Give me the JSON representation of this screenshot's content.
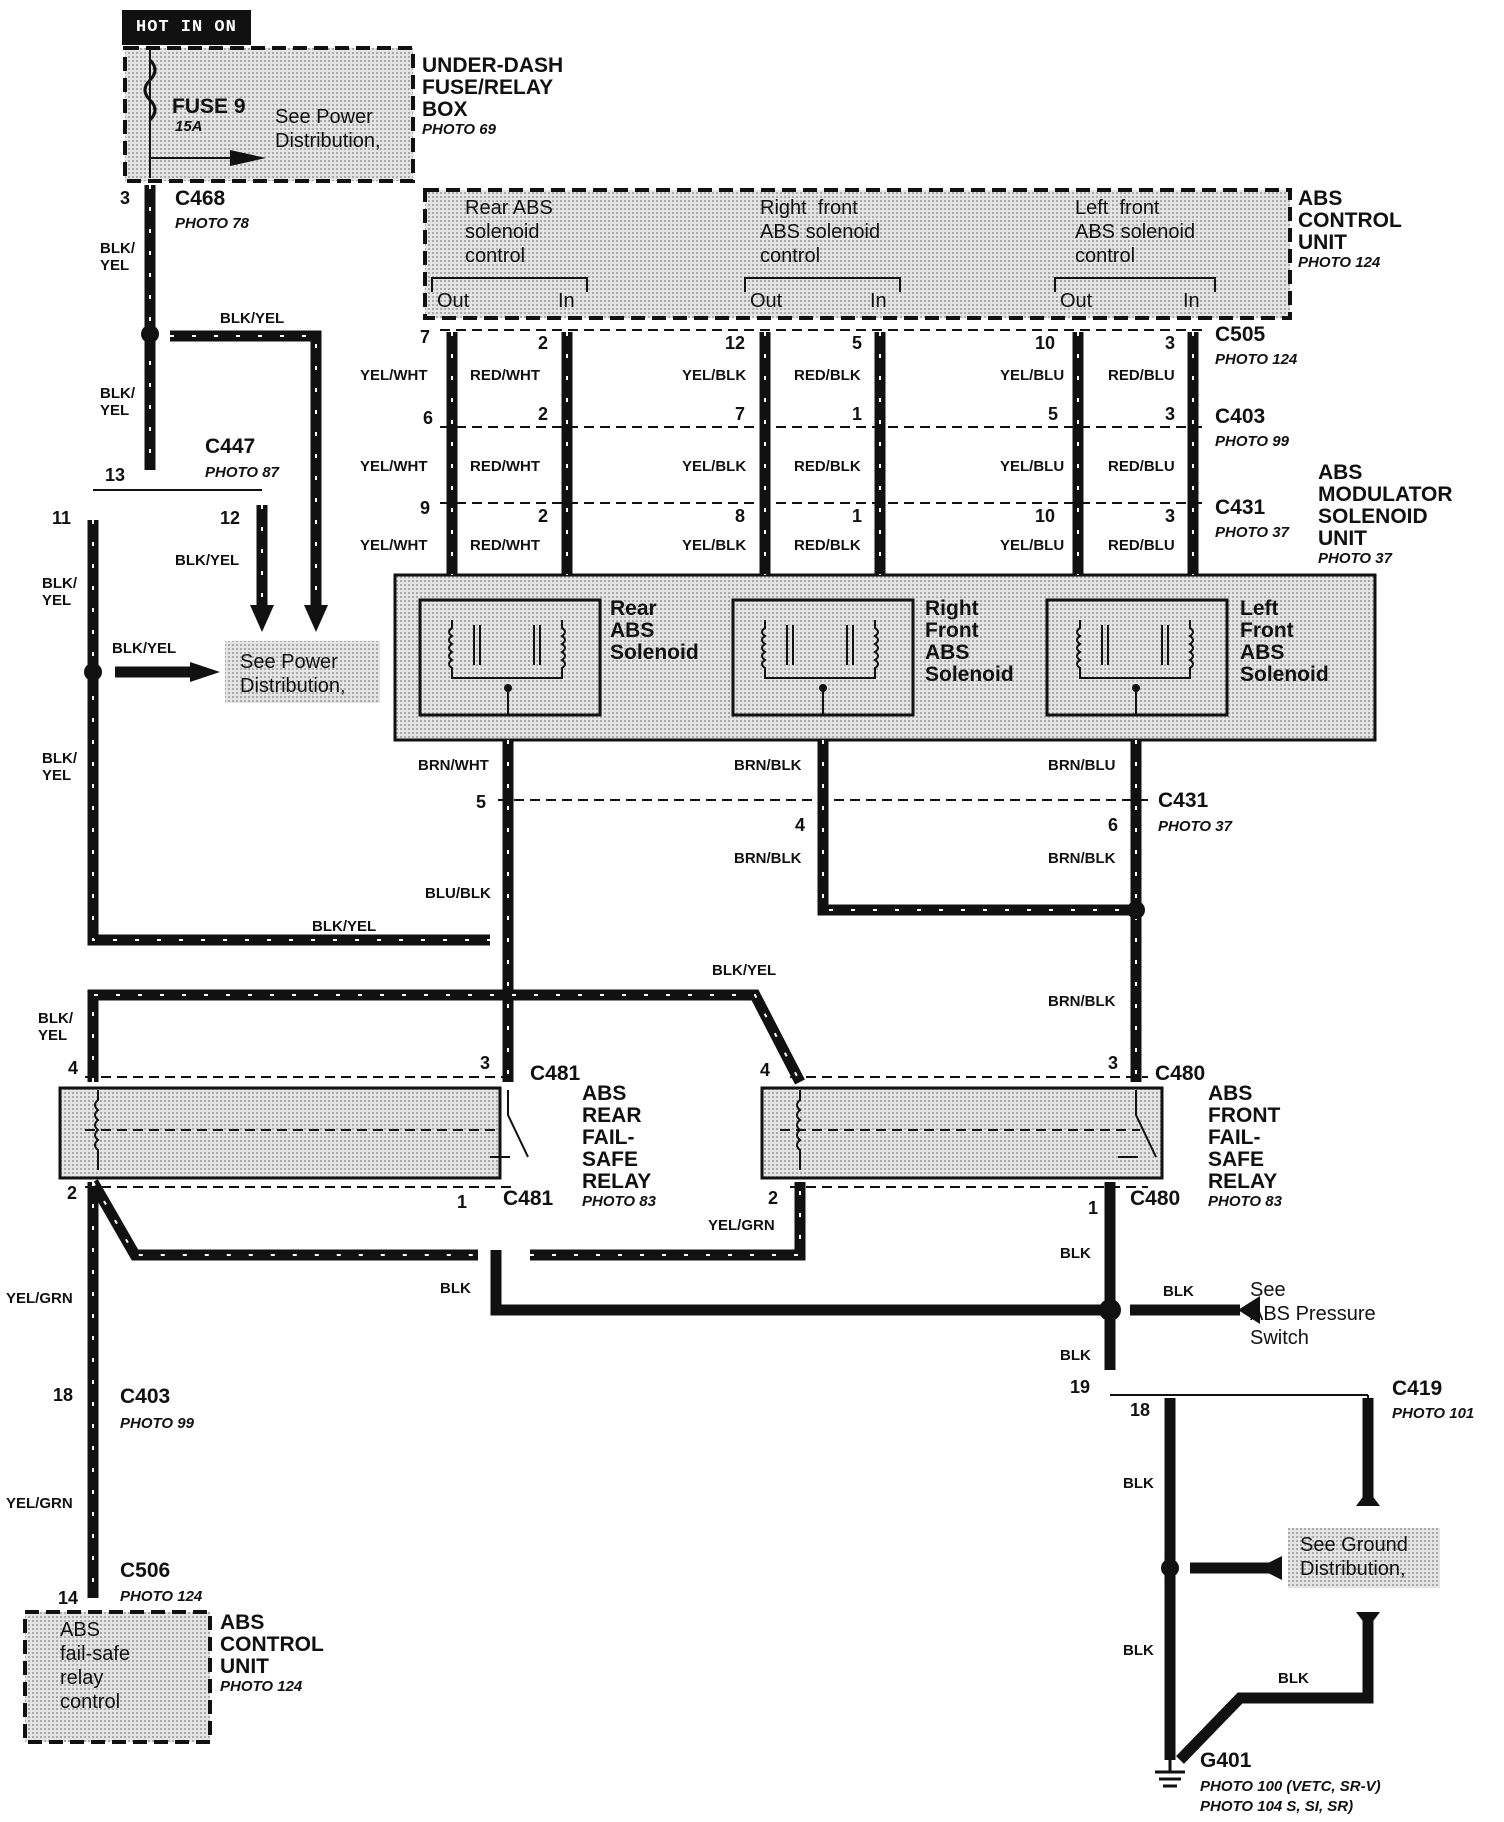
{
  "hot_label": "HOT IN ON",
  "fuse_box": {
    "title": "UNDER-DASH\nFUSE/RELAY\nBOX",
    "photo": "PHOTO 69",
    "fuse": "FUSE 9",
    "amps": "15A",
    "see": "See Power\nDistribution,"
  },
  "abs_control_unit_top": {
    "title": "ABS\nCONTROL\nUNIT",
    "photo": "PHOTO 124",
    "sections": [
      {
        "label": "Rear ABS\nsolenoid\ncontrol",
        "out": "Out",
        "in": "In"
      },
      {
        "label": "Right  front\nABS solenoid\ncontrol",
        "out": "Out",
        "in": "In"
      },
      {
        "label": "Left  front\nABS solenoid\ncontrol",
        "out": "Out",
        "in": "In"
      }
    ]
  },
  "connectors": {
    "c468": "C468",
    "c468_photo": "PHOTO 78",
    "c505": "C505",
    "c505_photo": "PHOTO 124",
    "c403": "C403",
    "c403_photo": "PHOTO 99",
    "c431": "C431",
    "c431_photo": "PHOTO 37",
    "c447": "C447",
    "c447_photo": "PHOTO 87",
    "c481": "C481",
    "c480": "C480",
    "c419": "C419",
    "c419_photo": "PHOTO 101",
    "c506": "C506",
    "c506_photo": "PHOTO 124",
    "g401": "G401",
    "g401_photo_1": "PHOTO 100 (VETC, SR-V)",
    "g401_photo_2": "PHOTO 104 S, SI, SR)"
  },
  "modulator": {
    "title": "ABS\nMODULATOR\nSOLENOID\nUNIT",
    "photo": "PHOTO 37",
    "solenoids": [
      "Rear\nABS\nSolenoid",
      "Right\nFront\nABS\nSolenoid",
      "Left\nFront\nABS\nSolenoid"
    ]
  },
  "pins": {
    "c505": [
      "7",
      "2",
      "12",
      "5",
      "10",
      "3"
    ],
    "c403": [
      "6",
      "2",
      "7",
      "1",
      "5",
      "3"
    ],
    "c431": [
      "9",
      "2",
      "8",
      "1",
      "10",
      "3"
    ],
    "c431_lower": [
      "5",
      "4",
      "6"
    ],
    "c468": "3",
    "c447": [
      "13",
      "11",
      "12"
    ],
    "rear_relay": [
      "4",
      "3",
      "2",
      "1"
    ],
    "front_relay": [
      "4",
      "3",
      "2",
      "1"
    ],
    "c403_low": "18",
    "c506": "14",
    "c419": [
      "19",
      "18"
    ]
  },
  "wires": {
    "yel_wht": "YEL/WHT",
    "red_wht": "RED/WHT",
    "yel_blk": "YEL/BLK",
    "red_blk": "RED/BLK",
    "yel_blu": "YEL/BLU",
    "red_blu": "RED/BLU",
    "blk_yel": "BLK/YEL",
    "blk_yel_split": "BLK/\nYEL",
    "brn_wht": "BRN/WHT",
    "brn_blk": "BRN/BLK",
    "brn_blu": "BRN/BLU",
    "blu_blk": "BLU/BLK",
    "yel_grn": "YEL/GRN",
    "blk": "BLK"
  },
  "see_power_mid": "See Power\nDistribution,",
  "rear_relay": {
    "title": "ABS\nREAR\nFAIL-\nSAFE\nRELAY",
    "photo": "PHOTO 83"
  },
  "front_relay": {
    "title": "ABS\nFRONT\nFAIL-\nSAFE\nRELAY",
    "photo": "PHOTO 83"
  },
  "pressure_switch": "See\nABS Pressure\nSwitch",
  "ground_dist": "See Ground\nDistribution,",
  "abs_control_unit_bottom": {
    "label": "ABS\nfail-safe\nrelay\ncontrol",
    "title": "ABS\nCONTROL\nUNIT",
    "photo": "PHOTO 124"
  },
  "colors": {
    "ink": "#111111",
    "shade": "#d9d9d9",
    "background": "#ffffff"
  }
}
